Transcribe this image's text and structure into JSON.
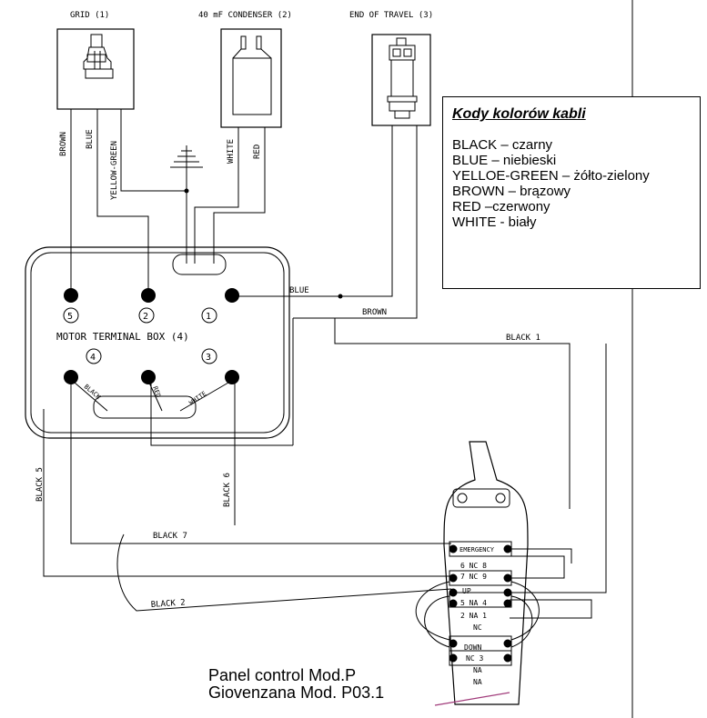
{
  "components": {
    "grid": "GRID (1)",
    "condenser": "40 mF CONDENSER (2)",
    "end_of_travel": "END OF TRAVEL (3)"
  },
  "wire_labels": {
    "brown": "BROWN",
    "blue": "BLUE",
    "yellow_green": "YELLOW-GREEN",
    "white": "WHITE",
    "red": "RED",
    "blue_h": "BLUE",
    "brown_h": "BROWN",
    "black1": "BLACK 1",
    "black5": "BLACK 5",
    "black6": "BLACK 6",
    "black7": "BLACK 7",
    "black2": "BLACK 2",
    "black_lead": "BLACK",
    "red_lead": "RED",
    "white_lead": "WHITE"
  },
  "terminal_box": {
    "title": "MOTOR TERMINAL BOX (4)",
    "terminals": [
      "5",
      "2",
      "1",
      "4",
      "3"
    ]
  },
  "panel": {
    "labels": [
      "EMERGENCY",
      "6 NC 8",
      "7 NC 9",
      "UP",
      "5 NA 4",
      "2 NA 1",
      "NC",
      "DOWN",
      "NC 3",
      "NA",
      "NA"
    ]
  },
  "legend": {
    "title": "Kody kolorów kabli",
    "items": [
      "BLACK – czarny",
      "BLUE – niebieski",
      "YELLOE-GREEN – żółto-zielony",
      "BROWN – brązowy",
      "RED –czerwony",
      "WHITE - biały"
    ]
  },
  "caption": {
    "line1": "Panel control Mod.P",
    "line2": "Giovenzana Mod. P03.1"
  }
}
